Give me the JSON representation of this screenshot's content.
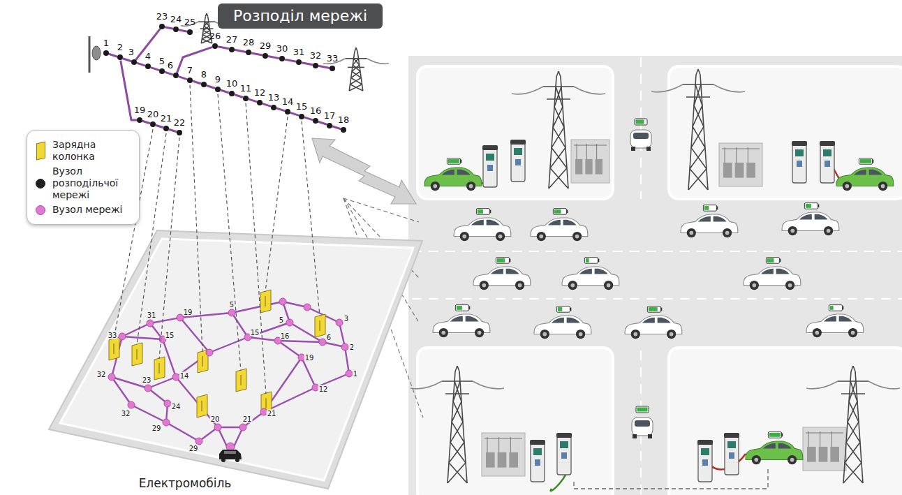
{
  "diagram": {
    "title": "Розподіл мережі",
    "nodes": [
      {
        "text": [
          "1"
        ]
      },
      {
        "text": [
          "2"
        ]
      },
      {
        "text": [
          "3"
        ]
      },
      {
        "text": [
          "4"
        ]
      },
      {
        "text": [
          "5"
        ]
      },
      {
        "text": [
          "6"
        ]
      },
      {
        "text": [
          "7"
        ]
      },
      {
        "text": [
          "8"
        ]
      },
      {
        "text": [
          "9"
        ]
      },
      {
        "text": [
          "10"
        ]
      },
      {
        "text": [
          "11"
        ]
      },
      {
        "text": [
          "12"
        ]
      },
      {
        "text": [
          "13"
        ]
      },
      {
        "text": [
          "14"
        ]
      },
      {
        "text": [
          "15"
        ]
      },
      {
        "text": [
          "16"
        ]
      },
      {
        "text": [
          "17"
        ]
      },
      {
        "text": [
          "18"
        ]
      },
      {
        "text": [
          "19"
        ]
      },
      {
        "text": [
          "20"
        ]
      },
      {
        "text": [
          "21"
        ]
      },
      {
        "text": [
          "22"
        ]
      },
      {
        "text": [
          "23"
        ]
      },
      {
        "text": [
          "24"
        ]
      },
      {
        "text": [
          "25"
        ]
      },
      {
        "text": [
          "26"
        ]
      },
      {
        "text": [
          "27"
        ]
      },
      {
        "text": [
          "28"
        ]
      },
      {
        "text": [
          "29"
        ]
      },
      {
        "text": [
          "30"
        ]
      },
      {
        "text": [
          "31"
        ]
      },
      {
        "text": [
          "32"
        ]
      },
      {
        "text": [
          "33"
        ]
      }
    ],
    "edges": [
      {
        "from": 0,
        "to": 1,
        "arrow": "none"
      },
      {
        "from": 1,
        "to": 2,
        "arrow": "none"
      },
      {
        "from": 2,
        "to": 3,
        "arrow": "none"
      },
      {
        "from": 3,
        "to": 4,
        "arrow": "none"
      },
      {
        "from": 4,
        "to": 5,
        "arrow": "none"
      },
      {
        "from": 5,
        "to": 6,
        "arrow": "none"
      },
      {
        "from": 6,
        "to": 7,
        "arrow": "none"
      },
      {
        "from": 7,
        "to": 8,
        "arrow": "none"
      },
      {
        "from": 8,
        "to": 9,
        "arrow": "none"
      },
      {
        "from": 9,
        "to": 10,
        "arrow": "none"
      },
      {
        "from": 10,
        "to": 11,
        "arrow": "none"
      },
      {
        "from": 11,
        "to": 12,
        "arrow": "none"
      },
      {
        "from": 12,
        "to": 13,
        "arrow": "none"
      },
      {
        "from": 13,
        "to": 14,
        "arrow": "none"
      },
      {
        "from": 14,
        "to": 15,
        "arrow": "none"
      },
      {
        "from": 15,
        "to": 16,
        "arrow": "none"
      },
      {
        "from": 16,
        "to": 17,
        "arrow": "none"
      },
      {
        "from": 1,
        "to": 18,
        "arrow": "none"
      },
      {
        "from": 18,
        "to": 19,
        "arrow": "none"
      },
      {
        "from": 19,
        "to": 20,
        "arrow": "none"
      },
      {
        "from": 20,
        "to": 21,
        "arrow": "none"
      },
      {
        "from": 2,
        "to": 22,
        "arrow": "none"
      },
      {
        "from": 22,
        "to": 23,
        "arrow": "none"
      },
      {
        "from": 23,
        "to": 24,
        "arrow": "none"
      },
      {
        "from": 5,
        "to": 25,
        "arrow": "none"
      },
      {
        "from": 25,
        "to": 26,
        "arrow": "none"
      },
      {
        "from": 26,
        "to": 27,
        "arrow": "none"
      },
      {
        "from": 27,
        "to": 28,
        "arrow": "none"
      },
      {
        "from": 28,
        "to": 29,
        "arrow": "none"
      },
      {
        "from": 29,
        "to": 30,
        "arrow": "none"
      },
      {
        "from": 30,
        "to": 31,
        "arrow": "none"
      },
      {
        "from": 31,
        "to": 32,
        "arrow": "none"
      }
    ],
    "labels": [
      "Електромобіль",
      "33",
      "31",
      "19",
      "15",
      "5",
      "5",
      "3",
      "2",
      "1",
      "6",
      "15",
      "16",
      "19",
      "12",
      "21",
      "21",
      "20",
      "29",
      "29",
      "24",
      "23",
      "14",
      "32",
      "32"
    ],
    "legend": [
      {
        "text": "Зарядна колонка",
        "color": "#f2d834"
      },
      {
        "text": "Вузол розподільчої мережі",
        "color": "#1f1f1f"
      },
      {
        "text": "Вузол мережі",
        "color": "#e07ad0"
      }
    ]
  }
}
